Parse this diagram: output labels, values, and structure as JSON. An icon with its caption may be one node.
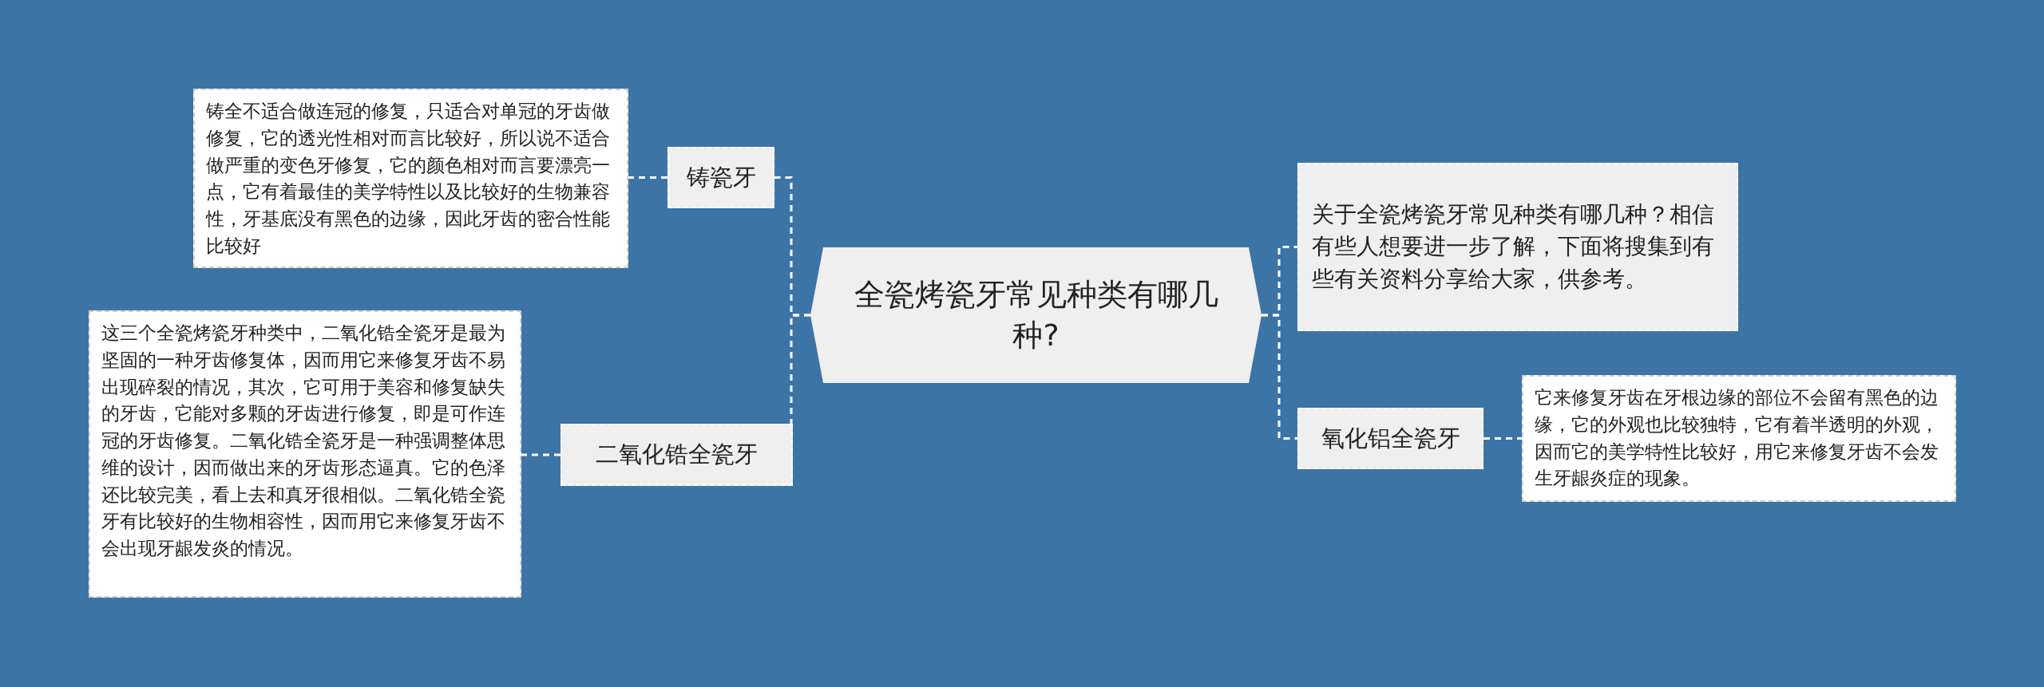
{
  "diagram": {
    "nodes": [
      {
        "text": [
          "全瓷烤瓷牙常见种类有哪几种?"
        ]
      },
      {
        "text": [
          "铸瓷牙"
        ]
      },
      {
        "text": [
          "铸全不适合做连冠的修复，只适合对单冠的牙齿做修复，它的透光性相对而言比较好，所以说不适合做严重的变色牙修复，它的颜色相对而言要漂亮一点，它有着最佳的美学特性以及比较好的生物兼容性，牙基底没有黑色的边缘，因此牙齿的密合性能比较好"
        ]
      },
      {
        "text": [
          "二氧化锆全瓷牙"
        ]
      },
      {
        "text": [
          "这三个全瓷烤瓷牙种类中，二氧化锆全瓷牙是最为坚固的一种牙齿修复体，因而用它来修复牙齿不易出现碎裂的情况，其次，它可用于美容和修复缺失的牙齿，它能对多颗的牙齿进行修复，即是可作连冠的牙齿修复。二氧化锆全瓷牙是一种强调整体思维的设计，因而做出来的牙齿形态逼真。它的色泽还比较完美，看上去和真牙很相似。二氧化锆全瓷牙有比较好的生物相容性，因而用它来修复牙齿不会出现牙龈发炎的情况。"
        ]
      },
      {
        "text": [
          "关于全瓷烤瓷牙常见种类有哪几种？相信有些人想要进一步了解，下面将搜集到有些有关资料分享给大家，供参考。"
        ]
      },
      {
        "text": [
          "氧化铝全瓷牙"
        ]
      },
      {
        "text": [
          "它来修复牙齿在牙根边缘的部位不会留有黑色的边缘，它的外观也比较独特，它有着半透明的外观，因而它的美学特性比较好，用它来修复牙齿不会发生牙龈炎症的现象。"
        ]
      }
    ],
    "edges": [
      {
        "from": 0,
        "to": 1,
        "arrow": "none",
        "style": "dashed"
      },
      {
        "from": 1,
        "to": 2,
        "arrow": "none",
        "style": "dashed"
      },
      {
        "from": 0,
        "to": 3,
        "arrow": "none",
        "style": "dashed"
      },
      {
        "from": 3,
        "to": 4,
        "arrow": "none",
        "style": "dashed"
      },
      {
        "from": 0,
        "to": 5,
        "arrow": "none",
        "style": "dashed"
      },
      {
        "from": 0,
        "to": 6,
        "arrow": "none",
        "style": "dashed"
      },
      {
        "from": 6,
        "to": 7,
        "arrow": "none",
        "style": "dashed"
      }
    ]
  }
}
